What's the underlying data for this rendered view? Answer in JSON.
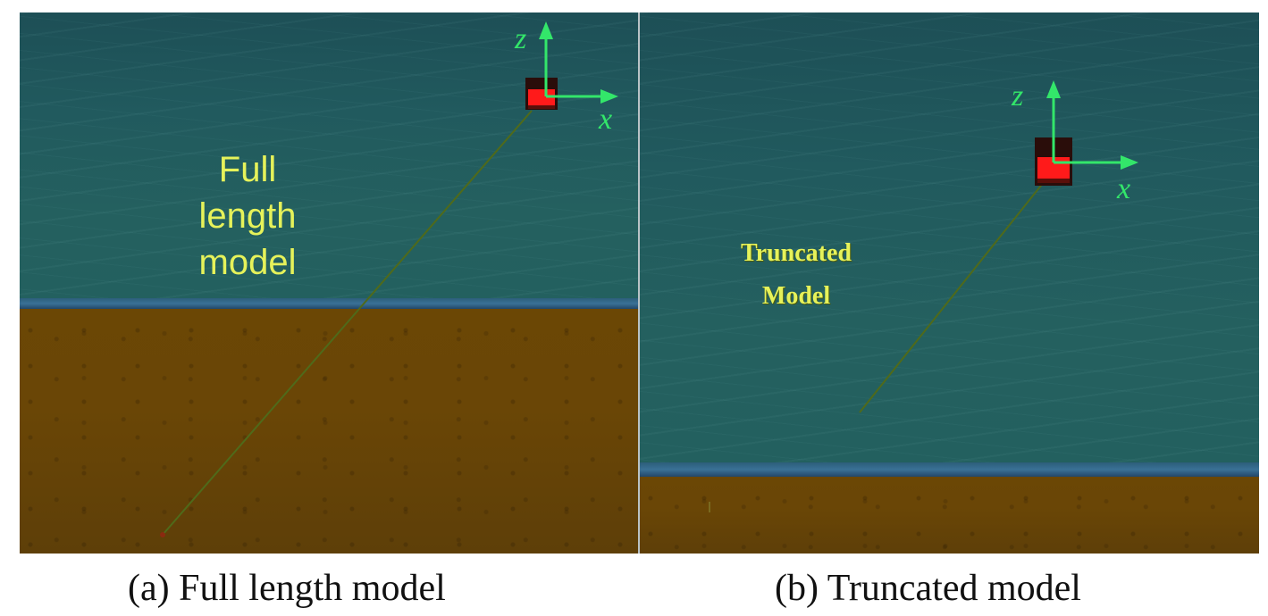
{
  "panels": [
    {
      "caption": "(a) Full length model",
      "model_label": "Full\nlength\nmodel",
      "axis_labels": {
        "z": "z",
        "x": "x"
      }
    },
    {
      "caption": "(b) Truncated model",
      "model_label": "Truncated\nModel",
      "axis_labels": {
        "z": "z",
        "x": "x"
      }
    }
  ],
  "colors": {
    "water": "#215a5e",
    "seabed": "#6a4606",
    "label_text": "#e6f25a",
    "axis": "#33e66a",
    "buoy": "#ff1a1a",
    "mooring_line": "#4f6a1a"
  },
  "icons": [
    "buoy-icon",
    "z-axis-arrow-icon",
    "x-axis-arrow-icon",
    "mooring-line-icon"
  ]
}
